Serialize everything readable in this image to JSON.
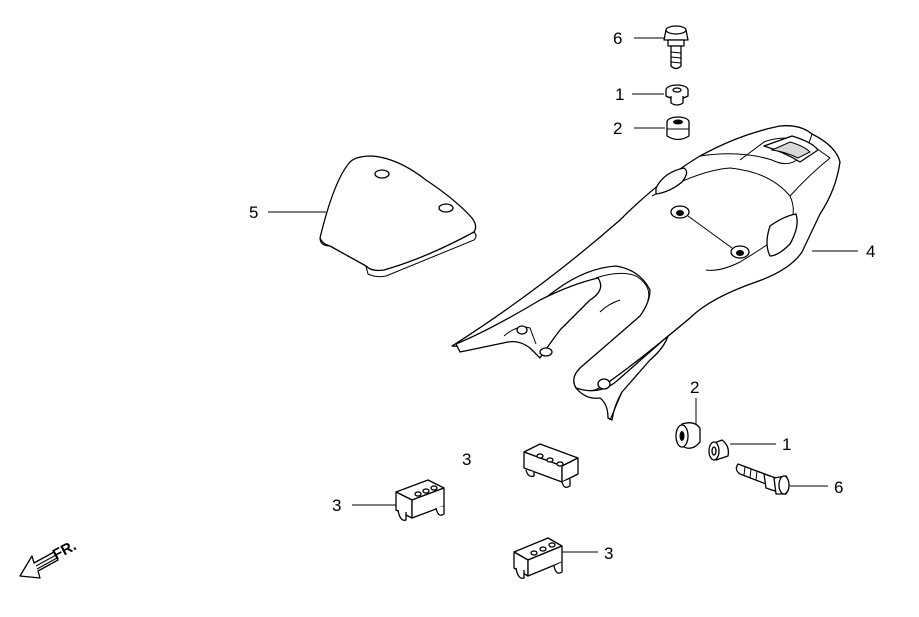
{
  "callouts": {
    "c6_top": "6",
    "c1_top": "1",
    "c2_top": "2",
    "c5": "5",
    "c4": "4",
    "c2_bottom": "2",
    "c1_bottom": "1",
    "c6_bottom": "6",
    "c3_mid": "3",
    "c3_left": "3",
    "c3_bottom": "3"
  },
  "direction_label": "FR."
}
